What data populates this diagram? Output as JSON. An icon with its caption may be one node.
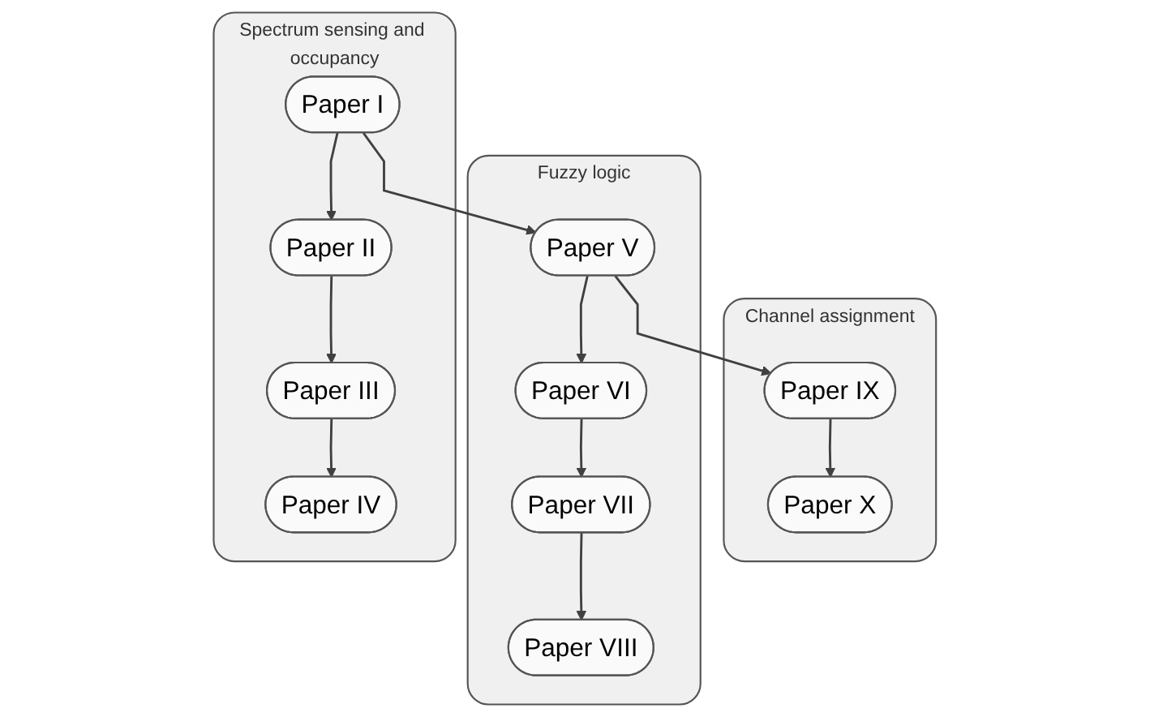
{
  "diagram": {
    "nodes": [
      {
        "text": [
          "Spectrum sensing and occupancy"
        ]
      },
      {
        "text": [
          "Paper I"
        ],
        "in": 0
      },
      {
        "text": [
          "Paper II"
        ],
        "in": 0
      },
      {
        "text": [
          "Paper III"
        ],
        "in": 0
      },
      {
        "text": [
          "Paper IV"
        ],
        "in": 0
      },
      {
        "text": [
          "Fuzzy logic"
        ]
      },
      {
        "text": [
          "Paper V"
        ],
        "in": 5
      },
      {
        "text": [
          "Paper VI"
        ],
        "in": 5
      },
      {
        "text": [
          "Paper VII"
        ],
        "in": 5
      },
      {
        "text": [
          "Paper VIII"
        ],
        "in": 5
      },
      {
        "text": [
          "Channel assignment"
        ]
      },
      {
        "text": [
          "Paper IX"
        ],
        "in": 10
      },
      {
        "text": [
          "Paper X"
        ],
        "in": 10
      }
    ],
    "edges": [
      {
        "from": 1,
        "to": 2,
        "arrow": "to"
      },
      {
        "from": 2,
        "to": 3,
        "arrow": "to"
      },
      {
        "from": 3,
        "to": 4,
        "arrow": "to"
      },
      {
        "from": 1,
        "to": 6,
        "arrow": "to"
      },
      {
        "from": 6,
        "to": 7,
        "arrow": "to"
      },
      {
        "from": 7,
        "to": 8,
        "arrow": "to"
      },
      {
        "from": 8,
        "to": 9,
        "arrow": "to"
      },
      {
        "from": 6,
        "to": 11,
        "arrow": "to"
      },
      {
        "from": 11,
        "to": 12,
        "arrow": "to"
      }
    ]
  }
}
